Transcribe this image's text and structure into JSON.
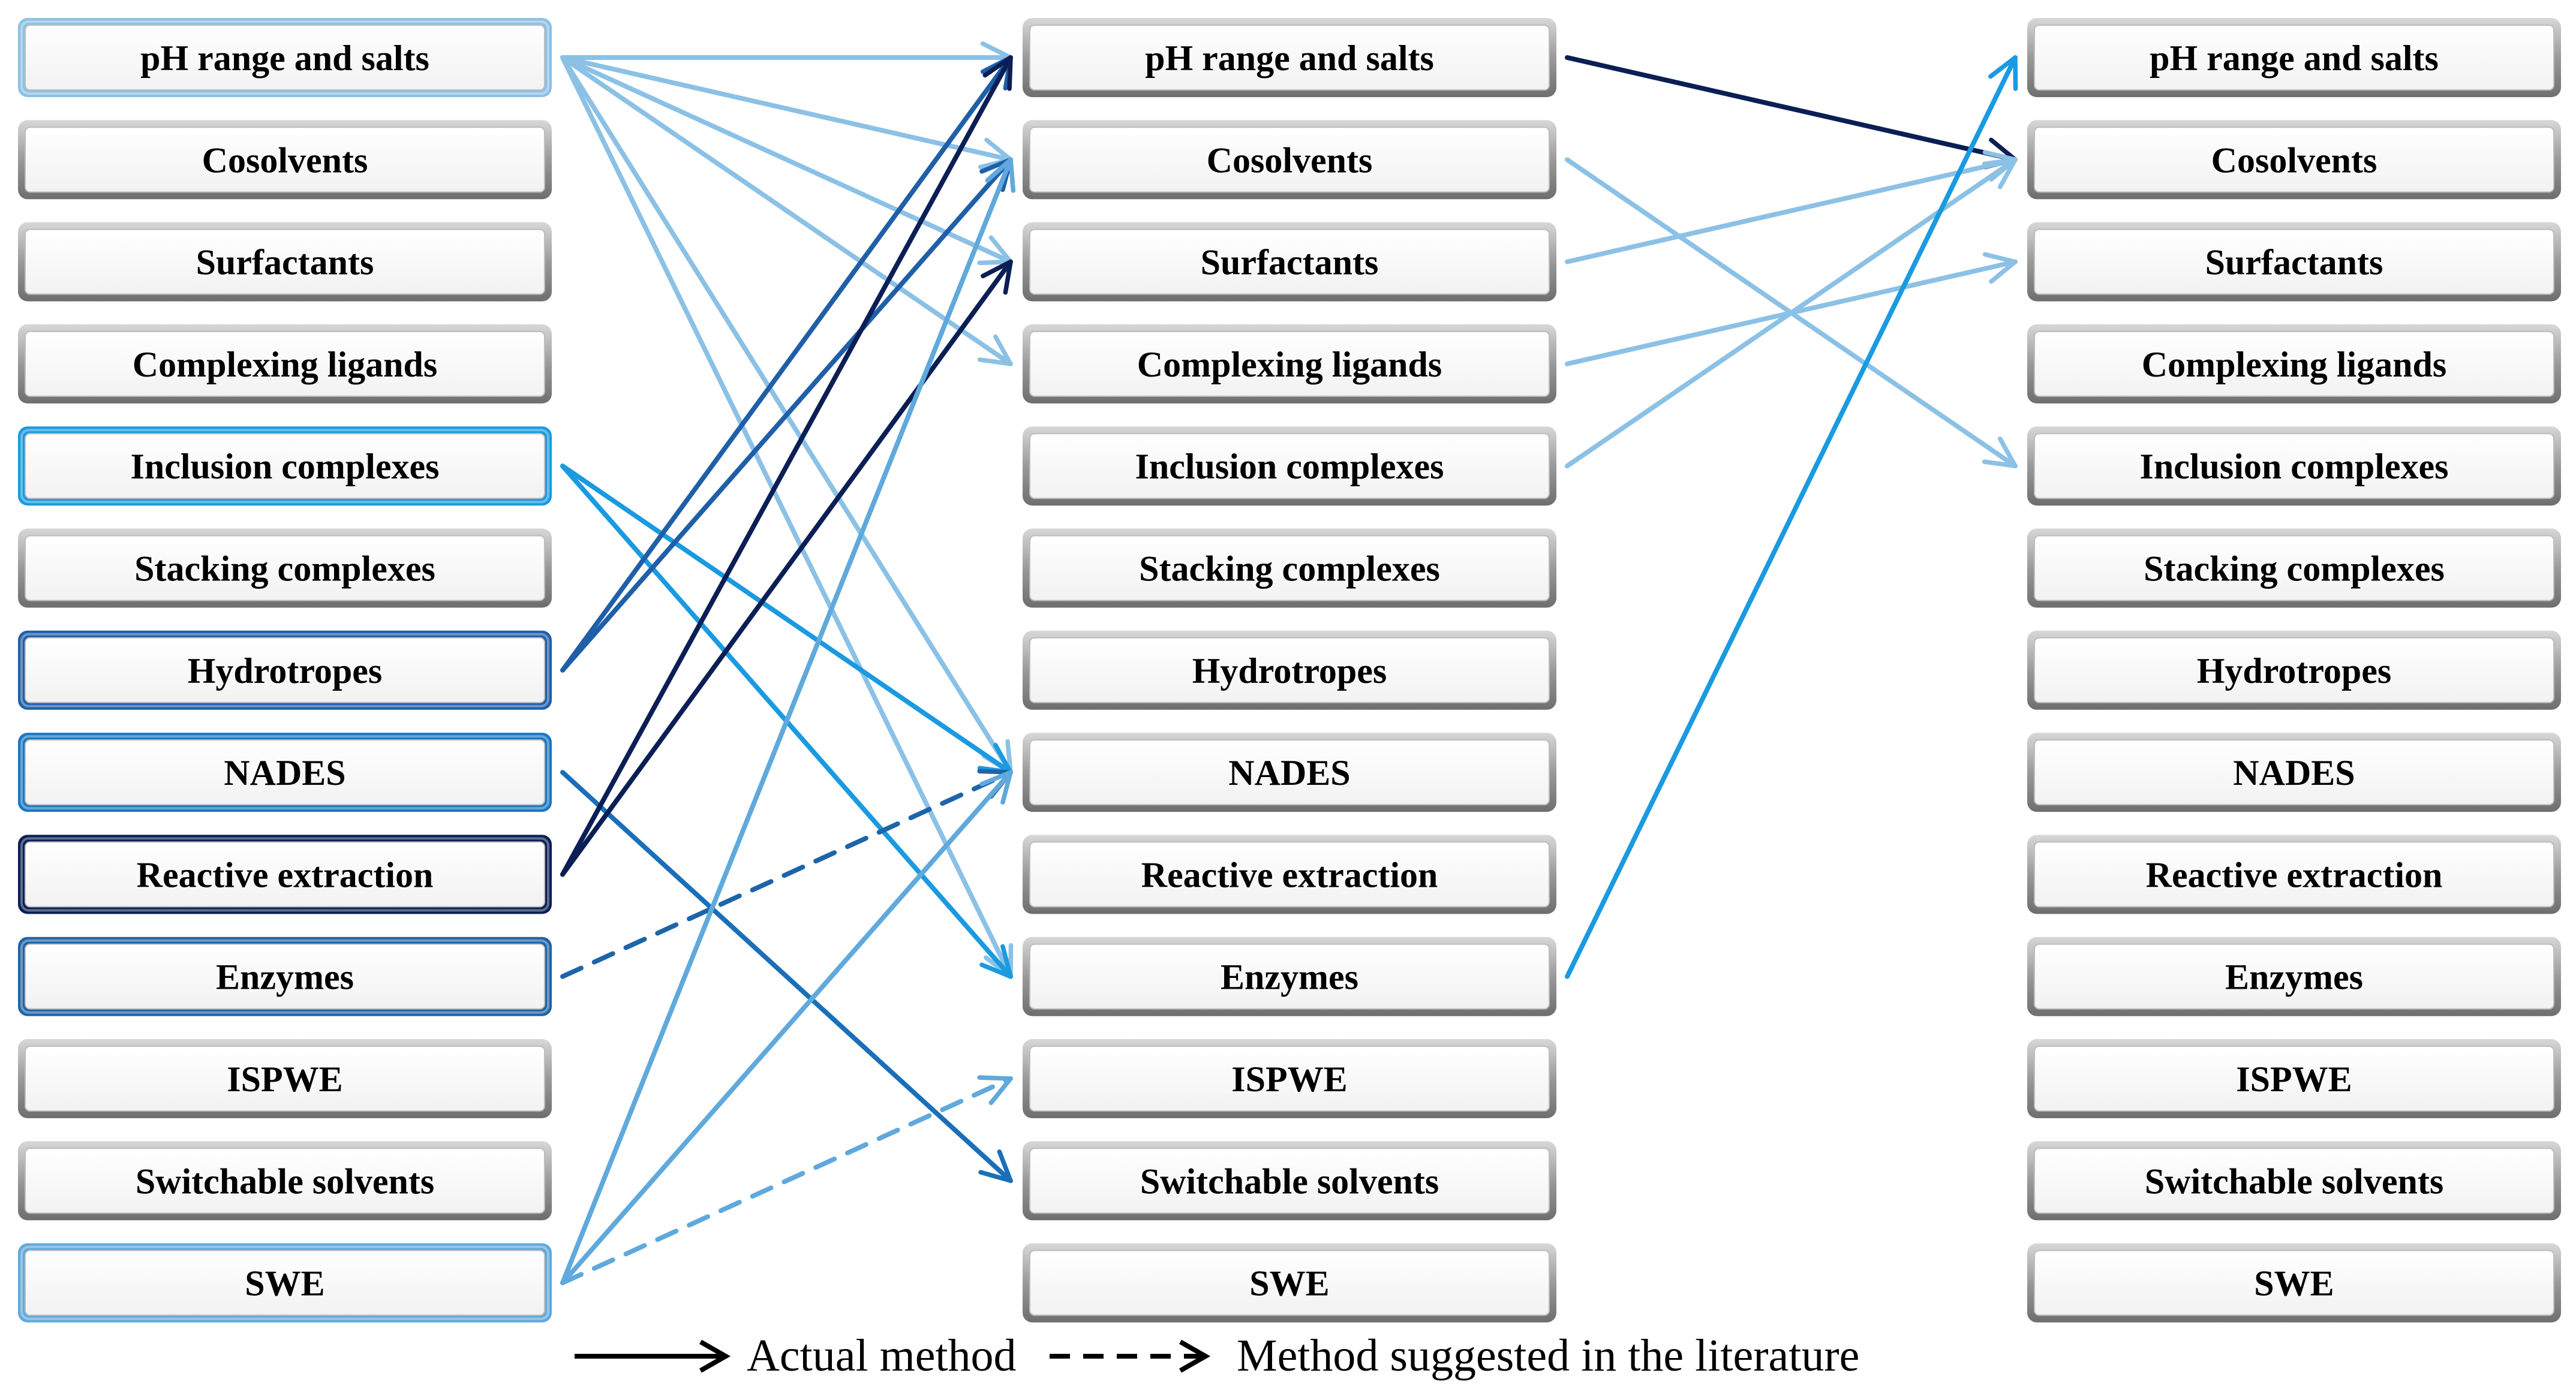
{
  "columns": [
    {
      "name": "source",
      "items": [
        "pH range and salts",
        "Cosolvents",
        "Surfactants",
        "Complexing ligands",
        "Inclusion complexes",
        "Stacking complexes",
        "Hydrotropes",
        "NADES",
        "Reactive extraction",
        "Enzymes",
        "ISPWE",
        "Switchable solvents",
        "SWE"
      ],
      "highlight": {
        "0": "#8cc1e6",
        "4": "#1a9ae0",
        "6": "#1f5fa8",
        "7": "#1a78c2",
        "8": "#0b1f55",
        "9": "#1e64a8",
        "12": "#5fa9dc"
      }
    },
    {
      "name": "middle",
      "items": [
        "pH range and salts",
        "Cosolvents",
        "Surfactants",
        "Complexing ligands",
        "Inclusion complexes",
        "Stacking complexes",
        "Hydrotropes",
        "NADES",
        "Reactive extraction",
        "Enzymes",
        "ISPWE",
        "Switchable solvents",
        "SWE"
      ]
    },
    {
      "name": "target",
      "items": [
        "pH range and salts",
        "Cosolvents",
        "Surfactants",
        "Complexing ligands",
        "Inclusion complexes",
        "Stacking complexes",
        "Hydrotropes",
        "NADES",
        "Reactive extraction",
        "Enzymes",
        "ISPWE",
        "Switchable solvents",
        "SWE"
      ]
    }
  ],
  "edges": [
    {
      "from": [
        0,
        0
      ],
      "to": [
        1,
        0
      ],
      "color": "#8cc1e6",
      "style": "solid"
    },
    {
      "from": [
        0,
        0
      ],
      "to": [
        1,
        1
      ],
      "color": "#8cc1e6",
      "style": "solid"
    },
    {
      "from": [
        0,
        0
      ],
      "to": [
        1,
        2
      ],
      "color": "#8cc1e6",
      "style": "solid"
    },
    {
      "from": [
        0,
        0
      ],
      "to": [
        1,
        3
      ],
      "color": "#8cc1e6",
      "style": "solid"
    },
    {
      "from": [
        0,
        0
      ],
      "to": [
        1,
        7
      ],
      "color": "#8cc1e6",
      "style": "solid"
    },
    {
      "from": [
        0,
        0
      ],
      "to": [
        1,
        9
      ],
      "color": "#8cc1e6",
      "style": "solid"
    },
    {
      "from": [
        0,
        4
      ],
      "to": [
        1,
        7
      ],
      "color": "#1a9ae0",
      "style": "solid"
    },
    {
      "from": [
        0,
        4
      ],
      "to": [
        1,
        9
      ],
      "color": "#1a9ae0",
      "style": "solid"
    },
    {
      "from": [
        0,
        6
      ],
      "to": [
        1,
        0
      ],
      "color": "#1f5fa8",
      "style": "solid"
    },
    {
      "from": [
        0,
        6
      ],
      "to": [
        1,
        1
      ],
      "color": "#1f5fa8",
      "style": "solid"
    },
    {
      "from": [
        0,
        7
      ],
      "to": [
        1,
        11
      ],
      "color": "#1a6fb8",
      "style": "solid"
    },
    {
      "from": [
        0,
        8
      ],
      "to": [
        1,
        0
      ],
      "color": "#0b1f55",
      "style": "solid"
    },
    {
      "from": [
        0,
        8
      ],
      "to": [
        1,
        2
      ],
      "color": "#0b1f55",
      "style": "solid"
    },
    {
      "from": [
        0,
        9
      ],
      "to": [
        1,
        7
      ],
      "color": "#1e64a8",
      "style": "dashed"
    },
    {
      "from": [
        0,
        12
      ],
      "to": [
        1,
        1
      ],
      "color": "#5fa9dc",
      "style": "solid"
    },
    {
      "from": [
        0,
        12
      ],
      "to": [
        1,
        7
      ],
      "color": "#5fa9dc",
      "style": "solid"
    },
    {
      "from": [
        0,
        12
      ],
      "to": [
        1,
        10
      ],
      "color": "#5fa9dc",
      "style": "dashed"
    },
    {
      "from": [
        1,
        0
      ],
      "to": [
        2,
        1
      ],
      "color": "#0b1f55",
      "style": "solid"
    },
    {
      "from": [
        1,
        1
      ],
      "to": [
        2,
        4
      ],
      "color": "#8cc1e6",
      "style": "solid"
    },
    {
      "from": [
        1,
        2
      ],
      "to": [
        2,
        1
      ],
      "color": "#8cc1e6",
      "style": "solid"
    },
    {
      "from": [
        1,
        3
      ],
      "to": [
        2,
        2
      ],
      "color": "#8cc1e6",
      "style": "solid"
    },
    {
      "from": [
        1,
        4
      ],
      "to": [
        2,
        1
      ],
      "color": "#8cc1e6",
      "style": "solid"
    },
    {
      "from": [
        1,
        9
      ],
      "to": [
        2,
        0
      ],
      "color": "#1a9ae0",
      "style": "solid"
    }
  ],
  "legend": {
    "actual_label": "Actual method",
    "suggested_label": "Method suggested in the literature"
  }
}
